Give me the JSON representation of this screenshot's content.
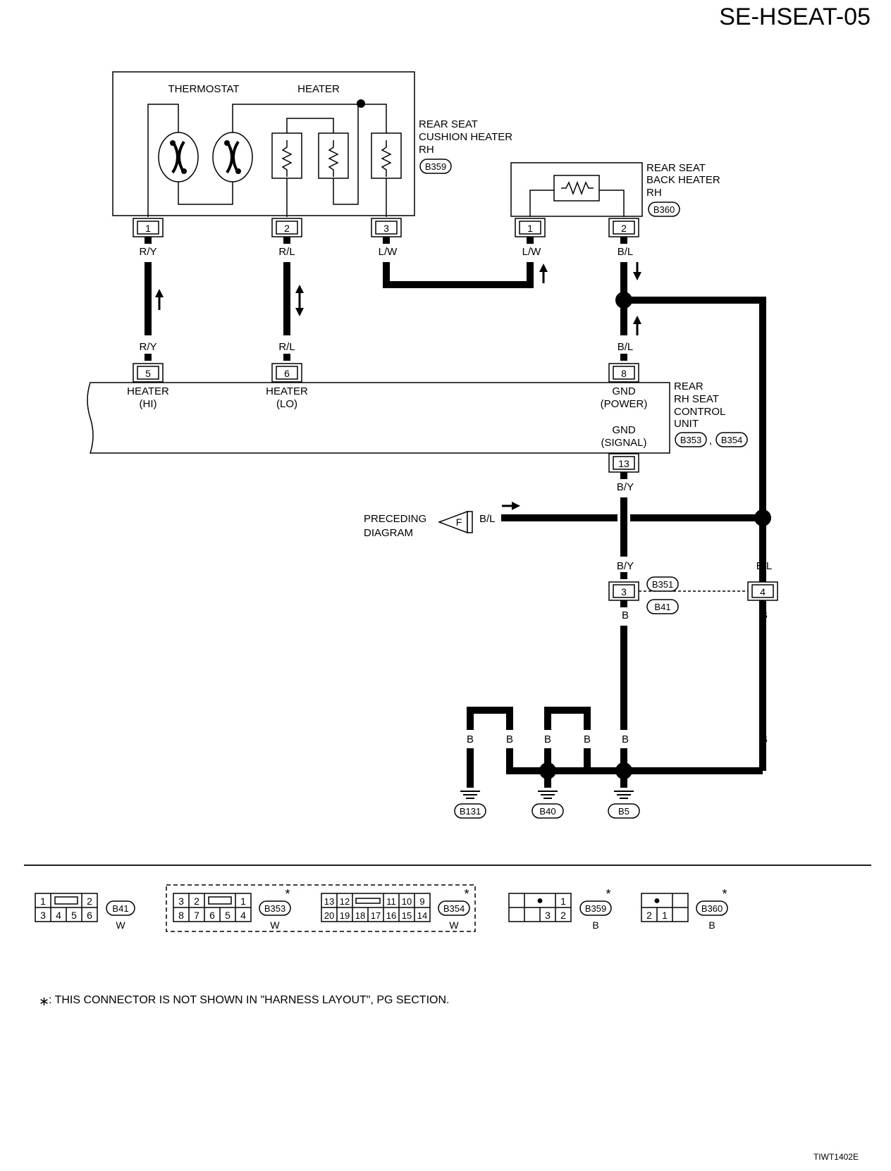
{
  "page_code": "SE-HSEAT-05",
  "figure_id": "TIWT1402E",
  "cushion_heater": {
    "sub_labels": {
      "thermostat": "THERMOSTAT",
      "heater": "HEATER"
    },
    "name_lines": [
      "REAR SEAT",
      "CUSHION HEATER",
      "RH"
    ],
    "connector": "B359",
    "pins": [
      "1",
      "2",
      "3"
    ]
  },
  "back_heater": {
    "name_lines": [
      "REAR SEAT",
      "BACK HEATER",
      "RH"
    ],
    "connector": "B360",
    "pins": [
      "1",
      "2"
    ]
  },
  "control_unit": {
    "name_lines": [
      "REAR",
      "RH SEAT",
      "CONTROL",
      "UNIT"
    ],
    "connectors": [
      "B353",
      "B354"
    ],
    "separator": ",",
    "pins": {
      "p5": "5",
      "p6": "6",
      "p8": "8",
      "p13": "13"
    },
    "terminals": {
      "p5": [
        "HEATER",
        "(HI)"
      ],
      "p6": [
        "HEATER",
        "(LO)"
      ],
      "p8": [
        "GND",
        "(POWER)"
      ],
      "p13": [
        "GND",
        "(SIGNAL)"
      ]
    }
  },
  "wire_colors": {
    "ry": "R/Y",
    "rl": "R/L",
    "lw": "L/W",
    "bl": "B/L",
    "by": "B/Y",
    "b": "B"
  },
  "preceding": {
    "lines": [
      "PRECEDING",
      "DIAGRAM"
    ],
    "flag": "F",
    "wire": "B/L"
  },
  "joint_connector": {
    "upper": "B351",
    "lower": "B41",
    "pins": [
      "3",
      "4"
    ]
  },
  "grounds": [
    "B131",
    "B40",
    "B5"
  ],
  "connector_views": {
    "b41": {
      "id": "B41",
      "color": "W",
      "row1": [
        "1",
        "",
        "2"
      ],
      "row2": [
        "3",
        "4",
        "5",
        "6"
      ]
    },
    "b353": {
      "id": "B353",
      "color": "W",
      "row1": [
        "3",
        "2",
        "",
        "1"
      ],
      "row2": [
        "8",
        "7",
        "6",
        "5",
        "4"
      ]
    },
    "b354": {
      "id": "B354",
      "color": "W",
      "row1": [
        "13",
        "12",
        "",
        "11",
        "10",
        "9"
      ],
      "row2": [
        "20",
        "19",
        "18",
        "17",
        "16",
        "15",
        "14"
      ]
    },
    "b359": {
      "id": "B359",
      "color": "B",
      "row1": [
        "",
        "●",
        "1"
      ],
      "row2": [
        "",
        "3",
        "2"
      ]
    },
    "b360": {
      "id": "B360",
      "color": "B",
      "row1": [
        "●",
        ""
      ],
      "row2": [
        "2",
        "1"
      ]
    }
  },
  "star": "*",
  "footnote_star": "∗",
  "footnote": ": THIS CONNECTOR IS NOT SHOWN IN \"HARNESS LAYOUT\", PG SECTION."
}
